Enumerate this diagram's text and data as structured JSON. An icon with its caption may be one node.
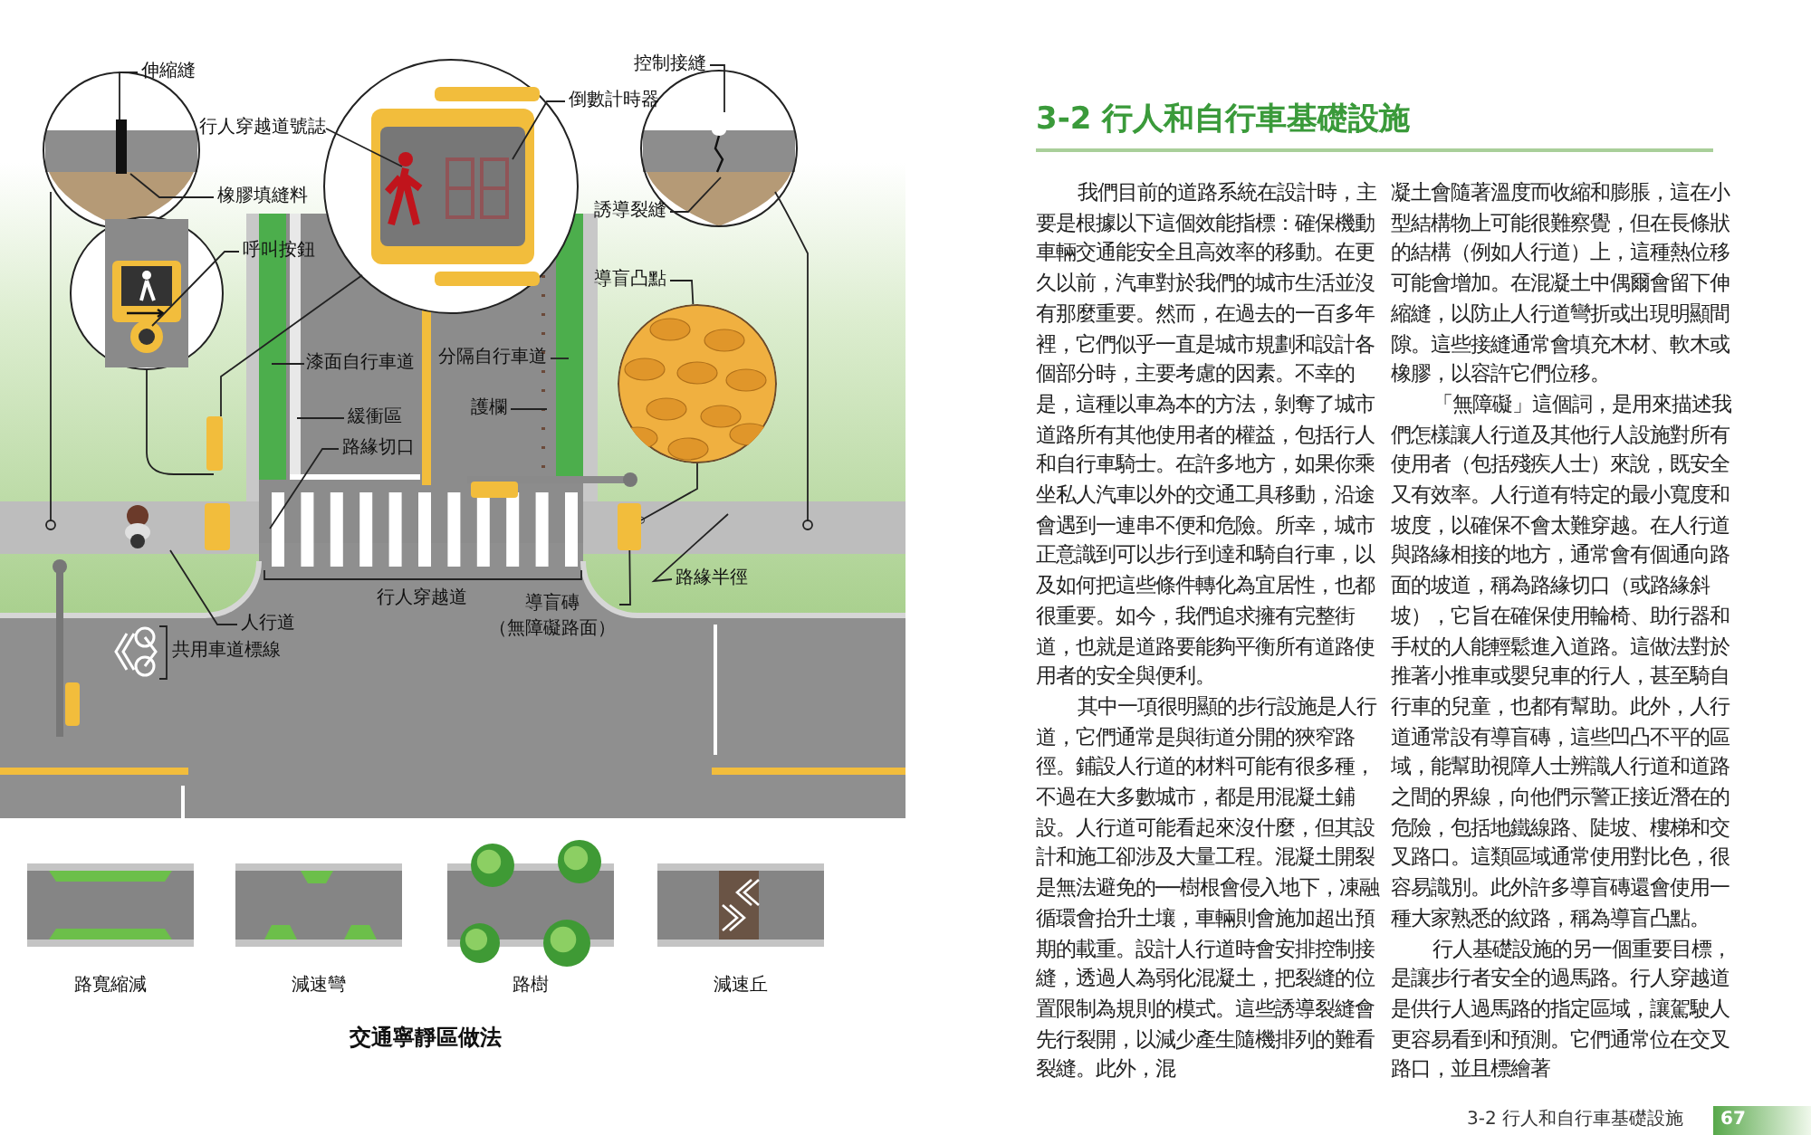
{
  "diagram": {
    "title": "3-2 行人和自行車基礎設施",
    "nodes": [
      {
        "text": [
          "伸縮縫"
        ]
      },
      {
        "text": [
          "行人穿越道號誌"
        ]
      },
      {
        "text": [
          "橡膠填縫料"
        ]
      },
      {
        "text": [
          "呼叫按鈕"
        ]
      },
      {
        "text": [
          "倒數計時器"
        ]
      },
      {
        "text": [
          "控制接縫"
        ]
      },
      {
        "text": [
          "誘導裂縫"
        ]
      },
      {
        "text": [
          "導盲凸點"
        ]
      },
      {
        "text": [
          "漆面自行車道"
        ]
      },
      {
        "text": [
          "分隔自行車道"
        ]
      },
      {
        "text": [
          "緩衝區"
        ]
      },
      {
        "text": [
          "護欄"
        ]
      },
      {
        "text": [
          "路緣切口"
        ]
      },
      {
        "text": [
          "人行道"
        ]
      },
      {
        "text": [
          "導盲磚",
          "（無障礙路面）"
        ]
      },
      {
        "text": [
          "路緣半徑"
        ]
      },
      {
        "text": [],
        "shape": "circle"
      },
      {
        "text": [],
        "shape": "box"
      }
    ],
    "edges": [
      {
        "from": 0,
        "to": null,
        "arrow": "none"
      },
      {
        "from": 1,
        "to": null,
        "arrow": "none"
      },
      {
        "from": 2,
        "to": null,
        "arrow": "none"
      },
      {
        "from": 3,
        "to": null,
        "arrow": "none"
      },
      {
        "from": 4,
        "to": null,
        "arrow": "none"
      },
      {
        "from": 5,
        "to": null,
        "arrow": "none"
      },
      {
        "from": 6,
        "to": null,
        "arrow": "none"
      },
      {
        "from": 7,
        "to": 16,
        "arrow": "none"
      },
      {
        "from": 8,
        "to": null,
        "arrow": "none"
      },
      {
        "from": 9,
        "to": null,
        "arrow": "none"
      },
      {
        "from": 10,
        "to": null,
        "arrow": "none"
      },
      {
        "from": 11,
        "to": null,
        "arrow": "none"
      },
      {
        "from": 12,
        "to": null,
        "arrow": "none"
      },
      {
        "from": 13,
        "to": null,
        "arrow": "none"
      },
      {
        "from": 14,
        "to": 17,
        "arrow": "none"
      },
      {
        "from": 15,
        "to": null,
        "arrow": "none"
      },
      {
        "from": 16,
        "to": 17,
        "arrow": "other"
      }
    ],
    "labels": [
      "行人穿越道",
      "共用車道標線",
      "路寬縮減",
      "減速彎",
      "路樹",
      "減速丘",
      "交通寧靜區做法",
      "我們目前的道路系統在設計時，主要是根據以下這個效能指標：確保機動車輛交通能安全且高效率的移動。在更久以前，汽車對於我們的城市生活並沒有那麼重要。然而，在過去的一百多年裡，它們似乎一直是城市規劃和設計各個部分時，主要考慮的因素。不幸的是，這種以車為本的方法，剝奪了城市道路所有其他使用者的權益，包括行人和自行車騎士。在許多地方，如果你乘坐私人汽車以外的交通工具移動，沿途會遇到一連串不便和危險。所幸，城市正意識到可以步行到達和騎自行車，以及如何把這些條件轉化為宜居性，也都很重要。如今，我們追求擁有完整街道，也就是道路要能夠平衡所有道路使用者的安全與便利。",
      "其中一項很明顯的步行設施是人行道，它們通常是與街道分開的狹窄路徑。鋪設人行道的材料可能有很多種，不過在大多數城市，都是用混凝土鋪設。人行道可能看起來沒什麼，但其設計和施工卻涉及大量工程。混凝土開裂是無法避免的──樹根會侵入地下，凍融循環會抬升土壤，車輛則會施加超出預期的載重。設計人行道時會安排控制接縫，透過人為弱化混凝土，把裂縫的位置限制為規則的模式。這些誘導裂縫會先行裂開，以減少產生隨機排列的難看裂縫。此外，混",
      "凝土會隨著溫度而收縮和膨脹，這在小型結構物上可能很難察覺，但在長條狀的結構（例如人行道）上，這種熱位移可能會增加。在混凝土中偶爾會留下伸縮縫，以防止人行道彎折或出現明顯間隙。這些接縫通常會填充木材、軟木或橡膠，以容許它們位移。",
      "「無障礙」這個詞，是用來描述我們怎樣讓人行道及其他行人設施對所有使用者（包括殘疾人士）來說，既安全又有效率。人行道有特定的最小寬度和坡度，以確保不會太難穿越。在人行道與路緣相接的地方，通常會有個通向路面的坡道，稱為路緣切口（或路緣斜坡），它旨在確保使用輪椅、助行器和手杖的人能輕鬆進入道路。這做法對於推著小推車或嬰兒車的行人，甚至騎自行車的兒童，也都有幫助。此外，人行道通常設有導盲磚，這些凹凸不平的區域，能幫助視障人士辨識人行道和道路之間的界線，向他們示警正接近潛在的危險，包括地鐵線路、陡坡、樓梯和交叉路口。這類區域通常使用對比色，很容易識別。此外許多導盲磚還會使用一種大家熟悉的紋路，稱為導盲凸點。",
      "行人基礎設施的另一個重要目標，是讓步行者安全的過馬路。行人穿越道是供行人過馬路的指定區域，讓駕駛人更容易看到和預測。它們通常位在交叉路口，並且標繪著",
      "3-2 行人和自行車基礎設施",
      "67"
    ]
  }
}
